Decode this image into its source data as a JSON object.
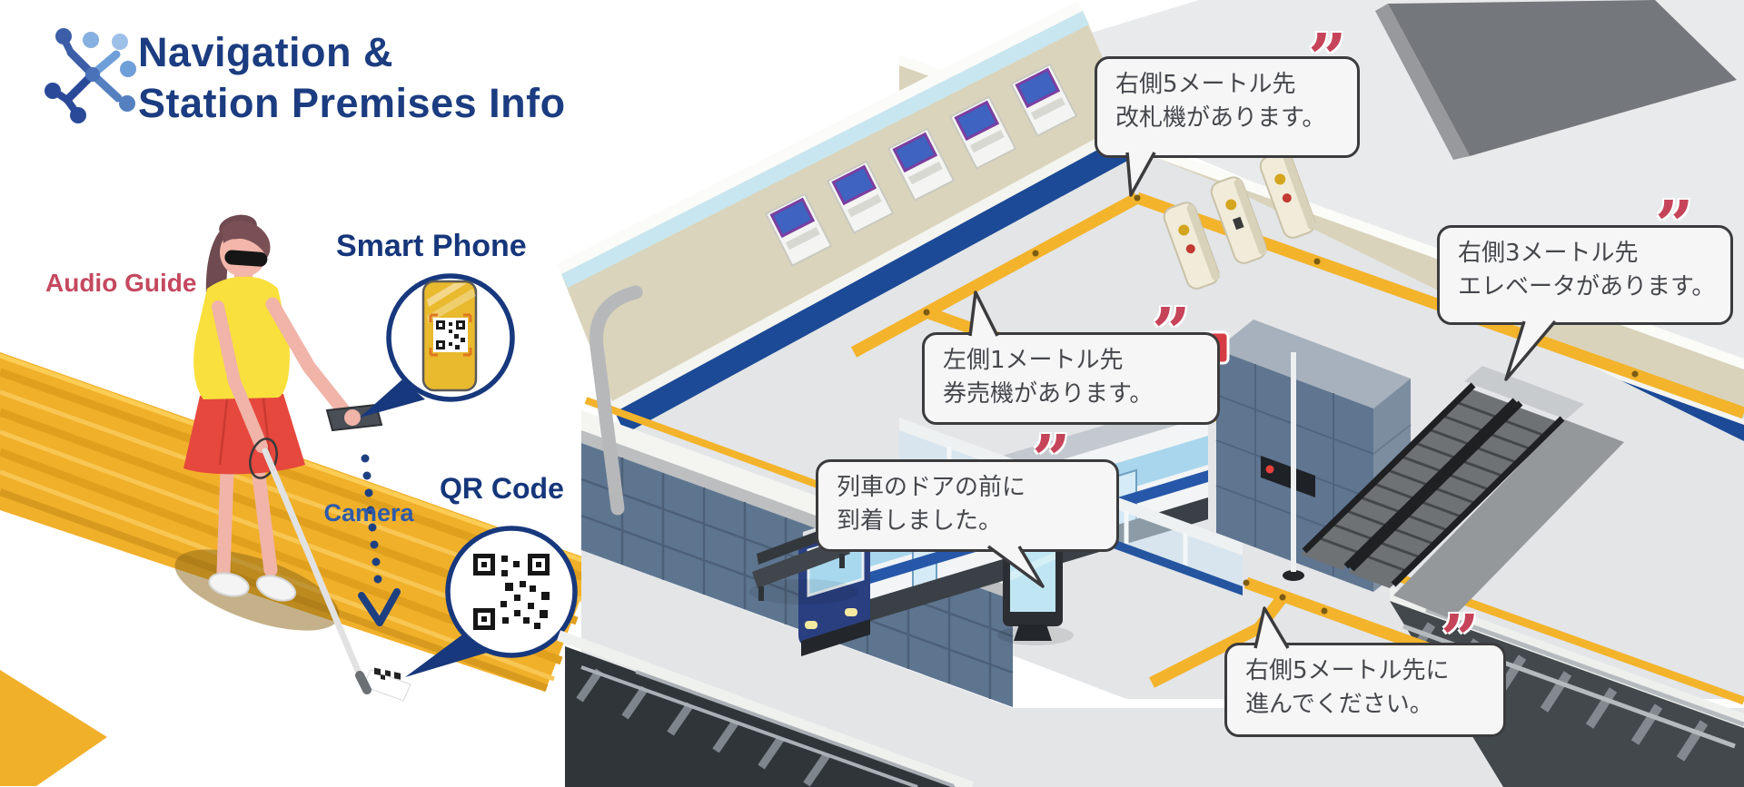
{
  "header": {
    "title_line1": "Navigation &",
    "title_line2": "Station Premises Info"
  },
  "left_panel": {
    "audio_guide_label": "Audio Guide",
    "smart_phone_label": "Smart Phone",
    "camera_label": "Camera",
    "qr_code_label": "QR Code"
  },
  "bubbles": [
    {
      "id": "ticket-gates",
      "line1": "右側5メートル先",
      "line2": "改札機があります。"
    },
    {
      "id": "elevator",
      "line1": "右側3メートル先",
      "line2": "エレベータがあります。"
    },
    {
      "id": "ticket-machine",
      "line1": "左側1メートル先",
      "line2": "券売機があります。"
    },
    {
      "id": "train-door",
      "line1": "列車のドアの前に",
      "line2": "到着しました。"
    },
    {
      "id": "proceed",
      "line1": "右側5メートル先に",
      "line2": "進んでください。"
    }
  ],
  "quote_mark": "”",
  "icons": {
    "logo": "network-nodes-icon",
    "smartphone_circle": "smartphone-with-qr-icon",
    "qr_circle": "qr-code-icon",
    "camera_arrow": "dotted-arrow-down-icon",
    "person": "visually-impaired-person-with-white-cane",
    "tactile_paving": "tactile-paving-strip",
    "quote": "red-quote-marks-icon"
  },
  "colors": {
    "title_navy": "#1b3c80",
    "label_red": "#c4495f",
    "label_blue": "#2e5ba9",
    "quote_red": "#c64459",
    "bubble_border": "#3b3b3d",
    "paving_yellow": "#f2b02a",
    "wall_beige": "#dad4bc",
    "stripe_dark_blue": "#1c4a96",
    "stripe_light_blue": "#c8e6ef",
    "train_blue": "#2a3f80",
    "floor_gray": "#e3e5e7"
  }
}
